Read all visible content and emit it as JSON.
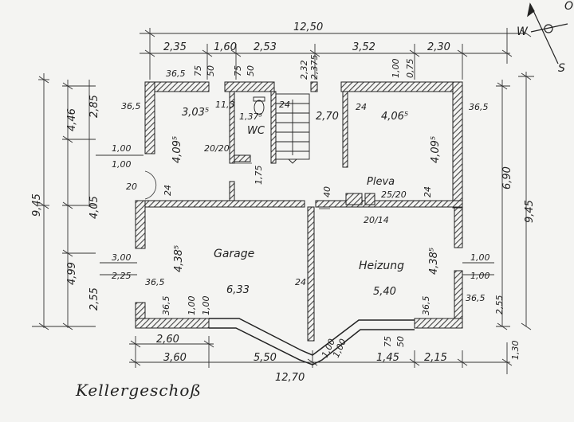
{
  "rooms": {
    "garage": "Garage",
    "heizung": "Heizung",
    "wc": "WC",
    "pleva": "Pleva"
  },
  "compass": {
    "w": "W",
    "o": "O",
    "s": "S"
  },
  "caption": "Kellergeschoß",
  "dims": {
    "top_total": "12,50",
    "top_a": "2,35",
    "top_b": "1,60",
    "top_c": "2,53",
    "top_d": "3,52",
    "top_e": "2,30",
    "top_f": "2,32",
    "top_g": "2,375",
    "small_36": "36,5",
    "small_75": "75",
    "small_50": "50",
    "small_75b": "75",
    "small_50b": "50",
    "small_100": "1,00",
    "small_075": "0,75",
    "left_446": "4,46",
    "left_285": "2,85",
    "left_945": "9,45",
    "left_405": "4,05",
    "left_499": "4,99",
    "left_255": "2,55",
    "room_303": "3,03⁵",
    "room_113": "11,3",
    "room_137": "1,37⁵",
    "room_24": "24",
    "room_270": "2,70",
    "room_24b": "24",
    "room_406": "4,06⁵",
    "room_365": "36,5",
    "room_365b": "36,5",
    "room_409": "4,09⁵",
    "room_409b": "4,09⁵",
    "room_100a": "1,00",
    "room_100b": "1,00",
    "room_2020": "20/20",
    "room_20": "20",
    "room_24c": "24",
    "room_175": "1,75",
    "room_40": "40",
    "room_2520": "25/20",
    "room_24d": "24",
    "room_2014": "20/14",
    "right_690": "6,90",
    "right_945": "9,45",
    "g_300": "3,00",
    "g_225": "2,25",
    "g_438": "4,38⁵",
    "g_365": "36,5",
    "g_633": "6,33",
    "g_24": "24",
    "g_365b": "36,5",
    "g_100": "1,00",
    "g_100b": "1,00",
    "h_438": "4,38⁵",
    "h_100": "1,00",
    "h_100b": "1,00",
    "h_540": "5,40",
    "h_365": "36,5",
    "h_365b": "36,5",
    "h_255": "2,55",
    "b_260": "2,60",
    "b_360": "3,60",
    "b_550": "5,50",
    "b_100": "1,00",
    "b_100b": "1,00",
    "b_145": "1,45",
    "b_75": "75",
    "b_50": "50",
    "b_215": "2,15",
    "b_130": "1,30",
    "b_total": "12,70"
  }
}
